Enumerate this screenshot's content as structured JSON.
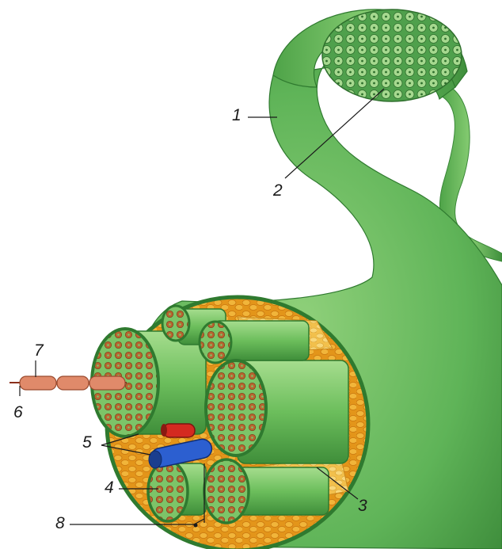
{
  "labels": {
    "l1": "1",
    "l2": "2",
    "l3": "3",
    "l4": "4",
    "l5": "5",
    "l6": "6",
    "l7": "7",
    "l8": "8"
  },
  "colors": {
    "sheath": "#5fb85a",
    "sheath_dark": "#3c8a3a",
    "sheath_light": "#9fd98c",
    "fat": "#e59a1c",
    "fat_light": "#f4c24a",
    "fiber": "#b0552e",
    "artery": "#d42a20",
    "vein": "#2c5fd0",
    "axon_sheath": "#e08a6a"
  }
}
